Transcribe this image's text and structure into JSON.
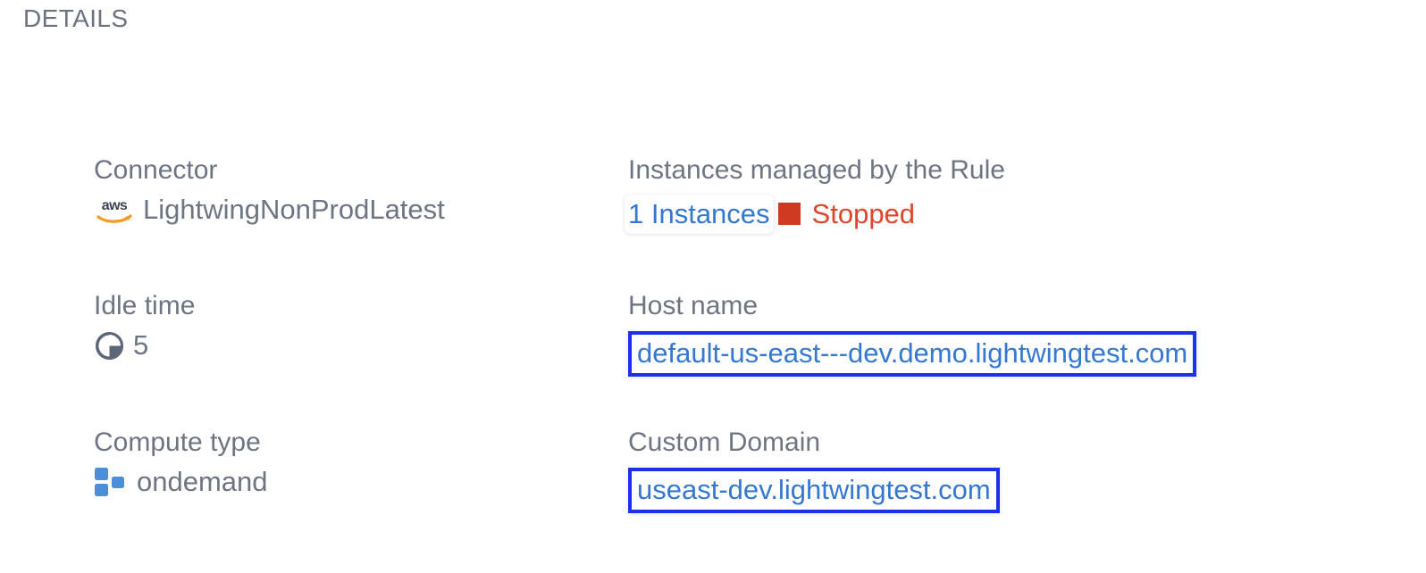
{
  "section": {
    "title": "DETAILS"
  },
  "fields": {
    "connector": {
      "label": "Connector",
      "value": "LightwingNonProdLatest",
      "icon": "aws-logo-icon"
    },
    "idle_time": {
      "label": "Idle time",
      "value": "5",
      "icon": "clock-icon"
    },
    "compute_type": {
      "label": "Compute type",
      "value": "ondemand",
      "icon": "compute-blocks-icon"
    },
    "instances": {
      "label": "Instances managed by the Rule",
      "count_label": "1 Instances",
      "status": "Stopped",
      "status_icon": "stopped-square-icon"
    },
    "host_name": {
      "label": "Host name",
      "value": "default-us-east---dev.demo.lightwingtest.com"
    },
    "custom_domain": {
      "label": "Custom Domain",
      "value": "useast-dev.lightwingtest.com"
    }
  },
  "colors": {
    "label_text": "#6e7582",
    "link_blue": "#3478d1",
    "annotation_blue": "#1c31e8",
    "status_red": "#e0452c",
    "status_swatch_red": "#cf3a23",
    "aws_orange": "#f59a23",
    "compute_blue": "#4a90d9",
    "background": "#ffffff"
  }
}
